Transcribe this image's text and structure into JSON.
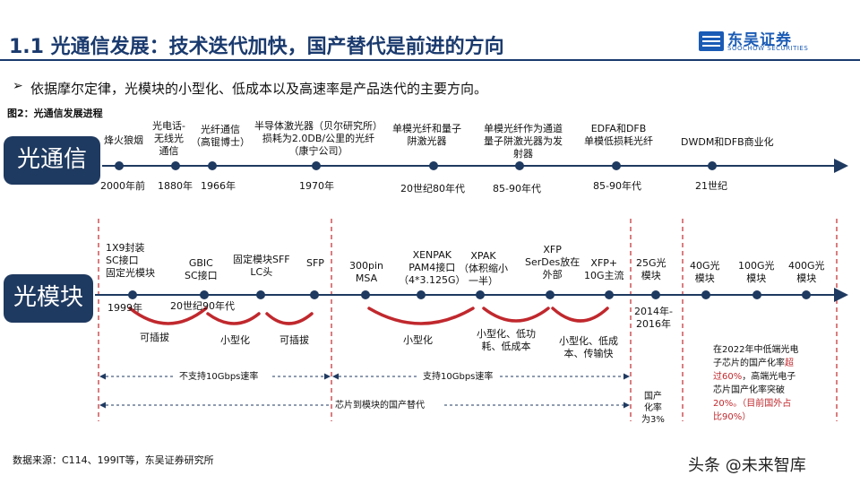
{
  "header": {
    "title": "1.1 光通信发展：技术迭代加快，国产替代是前进的方向",
    "logo_cn": "东吴证券",
    "logo_en": "SOOCHOW SECURITIES"
  },
  "bullet": "依据摩尔定律，光模块的小型化、低成本以及高速率是产品迭代的主要方向。",
  "figure_caption": "图2：光通信发展进程",
  "row1": {
    "label": "光通信",
    "events": [
      {
        "desc": "烽火狼烟",
        "date": "2000年前"
      },
      {
        "desc": "光电话-\n无线光\n通信",
        "date": "1880年"
      },
      {
        "desc": "光纤通信\n（高锟博士）",
        "date": "1966年"
      },
      {
        "desc": "半导体激光器（贝尔研究所）\n损耗为2.0DB/公里的光纤\n（康宁公司）",
        "date": "1970年"
      },
      {
        "desc": "单模光纤和量子\n阱激光器",
        "date": "20世纪80年代"
      },
      {
        "desc": "单模光纤作为通道\n量子阱激光器为发\n射器",
        "date": "85-90年代"
      },
      {
        "desc": "EDFA和DFB\n单模低损耗光纤",
        "date": "85-90年代"
      },
      {
        "desc": "DWDM和DFB商业化",
        "date": "21世纪"
      }
    ]
  },
  "row2": {
    "label": "光模块",
    "modules": [
      {
        "name": "1X9封装\nSC接口\n固定光模块"
      },
      {
        "name": "GBIC\nSC接口"
      },
      {
        "name": "固定模块SFF\nLC头"
      },
      {
        "name": "SFP"
      },
      {
        "name": "300pin\nMSA"
      },
      {
        "name": "XENPAK\nPAM4接口\n（4*3.125G）"
      },
      {
        "name": "XPAK\n（体积缩小\n一半）"
      },
      {
        "name": "XFP\nSerDes放在\n外部"
      },
      {
        "name": "XFP+\n10G主流"
      },
      {
        "name": "25G光\n模块"
      },
      {
        "name": "40G光\n模块"
      },
      {
        "name": "100G光\n模块"
      },
      {
        "name": "400G光\n模块"
      }
    ],
    "dates": [
      "1999年",
      "20世纪90年代",
      "2014年-\n2016年"
    ],
    "arc_labels": [
      "可插拔",
      "小型化",
      "可插拔",
      "小型化",
      "小型化、低功\n耗、低成本",
      "小型化、低成\n本、传输快"
    ],
    "spans": [
      "不支持10Gbps速率",
      "支持10Gbps速率",
      "芯片到模块的国产替代"
    ],
    "localization": "国产\n化率\n为3%",
    "note_black": "在2022年中低端光电\n子芯片的国产化率",
    "note_red1": "超\n过60%",
    "note_black2": "，高端光电子\n芯片国产化率突破\n",
    "note_red2": "20%。（目前国外占\n比90%）"
  },
  "footer": {
    "source": "数据来源：C114、199IT等，东吴证券研究所",
    "watermark": "头条 @未来智库"
  },
  "colors": {
    "navy": "#1f3a60",
    "red": "#c0282d",
    "line": "#1f3a60"
  }
}
